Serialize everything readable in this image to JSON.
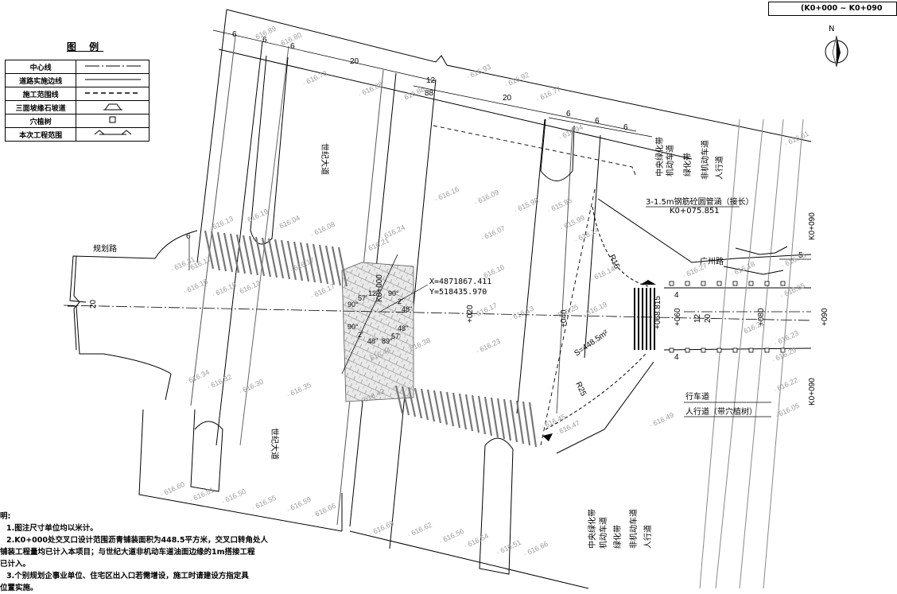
{
  "range_box": "(K0+000 ~ K0+090",
  "north_label": "N",
  "legend": {
    "title": "图 例",
    "rows": [
      {
        "name": "中心线",
        "symbol": "centerline"
      },
      {
        "name": "道路实施边线",
        "symbol": "edge"
      },
      {
        "name": "施工范围线",
        "symbol": "dashed"
      },
      {
        "name": "三面坡缘石坡道",
        "symbol": "ramp"
      },
      {
        "name": "穴植树",
        "symbol": "tree"
      },
      {
        "name": "本次工程范围",
        "symbol": "range"
      }
    ]
  },
  "roads": {
    "century_top": "世纪大道",
    "century_bottom": "世纪大道",
    "planned": "规划路",
    "guangzhou": "广州路"
  },
  "dims_top": [
    "6",
    "6",
    "6",
    "20",
    "12",
    "88",
    "20",
    "6",
    "6",
    "6"
  ],
  "dims_left": [
    "6",
    "20"
  ],
  "dims_right": [
    "5",
    "12",
    "20",
    "4",
    "4"
  ],
  "stations": [
    "K0+000",
    "+020",
    "+040",
    "+060",
    "+068.815",
    "+080",
    "+090",
    "K0+090",
    "K0+090"
  ],
  "radii": [
    "R15",
    "R25"
  ],
  "area": "S=448.5m²",
  "coords": {
    "x": "X=4871867.411",
    "y": "Y=518435.970"
  },
  "angles": [
    "90°",
    "57'",
    "12\"",
    "90°",
    "2'",
    "48\"",
    "89°",
    "57'",
    "48\"",
    "90°",
    "2'",
    "48\""
  ],
  "pipe_note": {
    "line1": "3-1.5m钢筋砼圆管涵（接长）",
    "line2": "K0+075.851"
  },
  "section_top": [
    "中央绿化带",
    "机动车道",
    "绿化带",
    "非机动车道",
    "人行道"
  ],
  "section_bottom": [
    "中央绿化带",
    "机动车道",
    "绿化带",
    "非机动车道",
    "人行道"
  ],
  "right_labels": {
    "carriage": "行车道",
    "sidewalk": "人行道（带穴植树）"
  },
  "elevations": [
    "616.89",
    "616.80",
    "616.78",
    "616.88",
    "616.86",
    "616.93",
    "616.92",
    "616.77",
    "616.94",
    "616.17",
    "616.13",
    "616.19",
    "616.04",
    "616.08",
    "616.24",
    "616.21",
    "616.16",
    "616.09",
    "615.98",
    "615.95",
    "615.99",
    "616.07",
    "616.14",
    "616.14",
    "616.17",
    "616.16",
    "616.19",
    "616.12",
    "616.17",
    "616.31",
    "616.16",
    "616.17",
    "616.25",
    "616.13",
    "616.23",
    "616.19",
    "616.38",
    "616.34",
    "616.32",
    "616.30",
    "616.35",
    "616.42",
    "616.44",
    "616.45",
    "616.47",
    "616.49",
    "616.60",
    "616.51",
    "616.50",
    "616.55",
    "616.59",
    "616.66",
    "616.69",
    "616.62",
    "616.56",
    "616.54",
    "616.51",
    "616.66",
    "616.22",
    "616.05",
    "616.18",
    "616.29",
    "616.27",
    "616.76",
    "616.65",
    "616.21",
    "616.23",
    "616.61"
  ],
  "notes": {
    "head": "明:",
    "l1": "1.图注尺寸单位均以米计。",
    "l2": "2.K0+000处交叉口设计范围沥青铺装面积为448.5平方米，交叉口转角处人",
    "l3": "铺装工程量均已计入本项目；与世纪大道非机动车道油面边缘的1m搭接工程",
    "l4": "已计入。",
    "l5": "3.个别规划企事业单位、住宅区出入口若需增设，施工时请建设方指定具",
    "l6": "位置实施。"
  }
}
